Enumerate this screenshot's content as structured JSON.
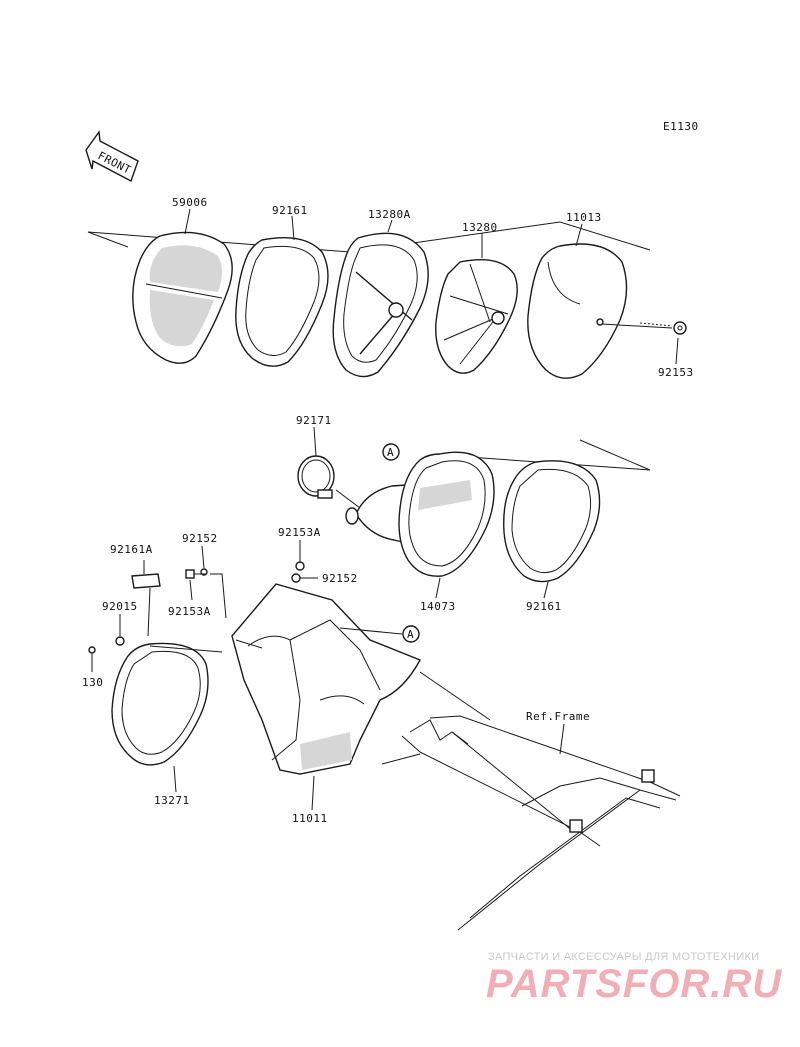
{
  "diagram_code": "E1130",
  "front_label": "FRONT",
  "ref_frame": "Ref.Frame",
  "callout_ref": "A",
  "parts": {
    "p59006": "59006",
    "p92161_top": "92161",
    "p13280A": "13280A",
    "p13280": "13280",
    "p11013": "11013",
    "p92153_top": "92153",
    "p92171": "92171",
    "p14073": "14073",
    "p92161_mid": "92161",
    "p92153A_top": "92153A",
    "p92152_right": "92152",
    "p92161A": "92161A",
    "p92152_left": "92152",
    "p92153A_left": "92153A",
    "p92015": "92015",
    "p130": "130",
    "p13271": "13271",
    "p11011": "11011"
  },
  "watermark": {
    "top_line": "ЗАПЧАСТИ И АКСЕССУАРЫ ДЛЯ МОТОТЕХНИКИ",
    "logo": "PARTSFOR.RU"
  }
}
